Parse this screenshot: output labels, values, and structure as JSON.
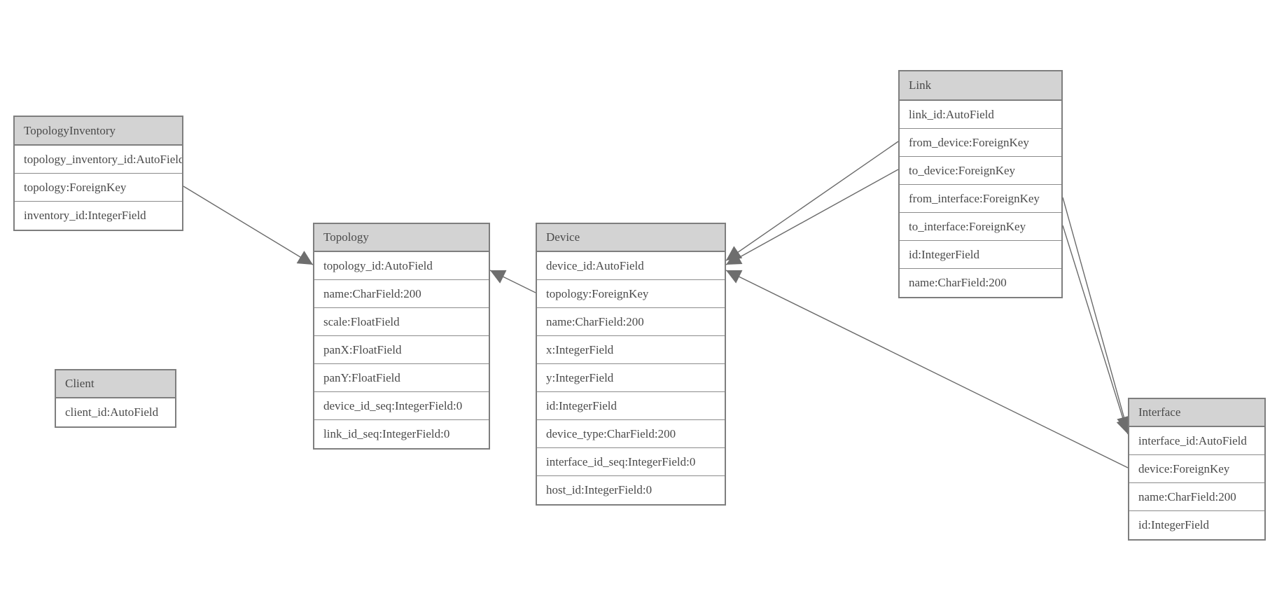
{
  "diagram": {
    "tables": [
      {
        "id": "topology_inventory",
        "title": "TopologyInventory",
        "fields": [
          "topology_inventory_id:AutoField",
          "topology:ForeignKey",
          "inventory_id:IntegerField"
        ]
      },
      {
        "id": "client",
        "title": "Client",
        "fields": [
          "client_id:AutoField"
        ]
      },
      {
        "id": "topology",
        "title": "Topology",
        "fields": [
          "topology_id:AutoField",
          "name:CharField:200",
          "scale:FloatField",
          "panX:FloatField",
          "panY:FloatField",
          "device_id_seq:IntegerField:0",
          "link_id_seq:IntegerField:0"
        ]
      },
      {
        "id": "device",
        "title": "Device",
        "fields": [
          "device_id:AutoField",
          "topology:ForeignKey",
          "name:CharField:200",
          "x:IntegerField",
          "y:IntegerField",
          "id:IntegerField",
          "device_type:CharField:200",
          "interface_id_seq:IntegerField:0",
          "host_id:IntegerField:0"
        ]
      },
      {
        "id": "link",
        "title": "Link",
        "fields": [
          "link_id:AutoField",
          "from_device:ForeignKey",
          "to_device:ForeignKey",
          "from_interface:ForeignKey",
          "to_interface:ForeignKey",
          "id:IntegerField",
          "name:CharField:200"
        ]
      },
      {
        "id": "interface",
        "title": "Interface",
        "fields": [
          "interface_id:AutoField",
          "device:ForeignKey",
          "name:CharField:200",
          "id:IntegerField"
        ]
      }
    ],
    "edges": [
      {
        "from_table": "topology_inventory",
        "from_field": "topology",
        "to_table": "topology",
        "to_field": "topology_id"
      },
      {
        "from_table": "device",
        "from_field": "topology",
        "to_table": "topology",
        "to_field": "topology_id"
      },
      {
        "from_table": "link",
        "from_field": "from_device",
        "to_table": "device",
        "to_field": "device_id"
      },
      {
        "from_table": "link",
        "from_field": "to_device",
        "to_table": "device",
        "to_field": "device_id"
      },
      {
        "from_table": "link",
        "from_field": "from_interface",
        "to_table": "interface",
        "to_field": "interface_id"
      },
      {
        "from_table": "link",
        "from_field": "to_interface",
        "to_table": "interface",
        "to_field": "interface_id"
      },
      {
        "from_table": "interface",
        "from_field": "device",
        "to_table": "device",
        "to_field": "device_id"
      }
    ]
  },
  "colors": {
    "header_fill": "#d3d3d3",
    "row_fill": "#ffffff",
    "border": "#7e7e7e",
    "text": "#4a4a4a",
    "edge": "#6a6a6a",
    "background": "#ffffff"
  }
}
